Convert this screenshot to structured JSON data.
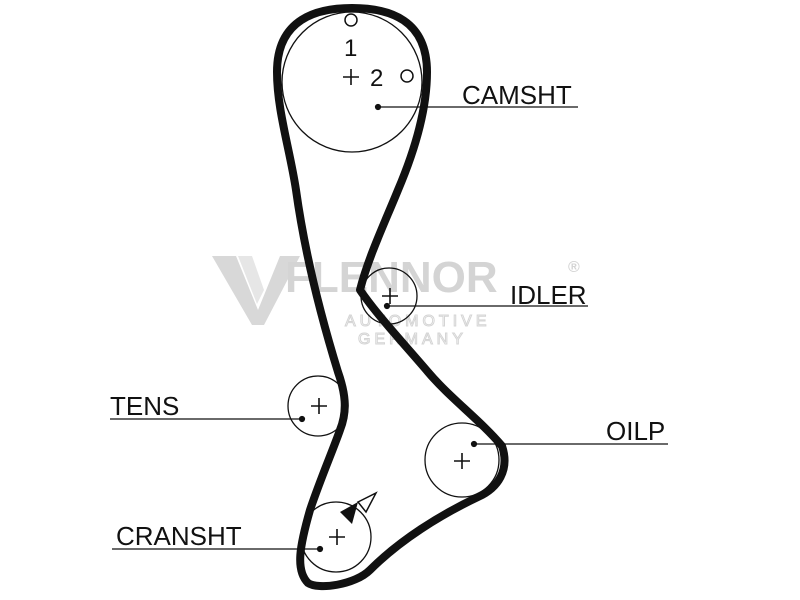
{
  "diagram": {
    "timing_marks": {
      "mark_1": "1",
      "mark_2": "2"
    },
    "pulleys": {
      "camshaft": {
        "label": "CAMSHT"
      },
      "idler": {
        "label": "IDLER"
      },
      "tensioner": {
        "label": "TENS"
      },
      "oil_pump": {
        "label": "OILP"
      },
      "crankshaft": {
        "label": "CRANSHT"
      }
    },
    "watermark": {
      "brand": "FLENNOR",
      "registered": "®",
      "line1": "AUTOMOTIVE",
      "line2": "GERMANY"
    },
    "colors": {
      "ink": "#111111",
      "watermark": "#d4d4d4"
    }
  }
}
